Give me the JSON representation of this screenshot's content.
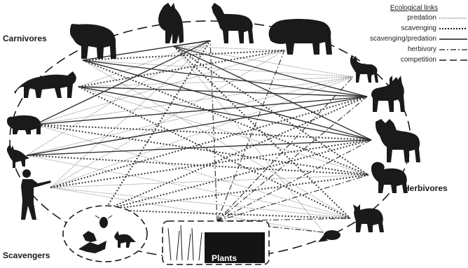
{
  "groups": {
    "carnivores": "Carnivores",
    "herbivores": "Herbivores",
    "scavengers": "Scavengers",
    "plants": "Plants"
  },
  "legend": {
    "title": "Ecological links",
    "items": [
      {
        "label": "predation",
        "style": "predation"
      },
      {
        "label": "scavenging",
        "style": "scavenging"
      },
      {
        "label": "scavenging/predation",
        "style": "scavenging-predation"
      },
      {
        "label": "herbivory",
        "style": "herbivory"
      },
      {
        "label": "competition",
        "style": "competition"
      }
    ]
  },
  "icons": {
    "carnivores": [
      "grizzly-bear-icon",
      "wolf-icon",
      "cougar-icon",
      "black-bear-icon",
      "coyote-icon",
      "human-hunter-icon"
    ],
    "herbivores": [
      "elk-icon",
      "bison-icon",
      "pronghorn-icon",
      "mule-deer-icon",
      "moose-icon",
      "bighorn-sheep-icon",
      "mountain-goat-icon",
      "beaver-icon"
    ],
    "scavengers": [
      "beetle-icon",
      "raven-icon",
      "eagle-icon",
      "fox-icon"
    ],
    "plants": [
      "plants-icon"
    ]
  },
  "links": {
    "scavenging_predation": [
      [
        "grizzly-bear",
        "mule-deer"
      ],
      [
        "grizzly-bear",
        "moose"
      ],
      [
        "wolf",
        "mule-deer"
      ],
      [
        "wolf",
        "moose"
      ],
      [
        "cougar",
        "mule-deer"
      ],
      [
        "cougar",
        "moose"
      ],
      [
        "black-bear",
        "mule-deer"
      ],
      [
        "coyote",
        "mule-deer"
      ],
      [
        "coyote",
        "moose"
      ],
      [
        "grizzly-bear",
        "elk"
      ],
      [
        "wolf",
        "elk"
      ],
      [
        "black-bear",
        "elk"
      ]
    ],
    "scavenging": [
      [
        "grizzly-bear",
        "bighorn-sheep"
      ],
      [
        "wolf",
        "bighorn-sheep"
      ],
      [
        "cougar",
        "bison"
      ],
      [
        "black-bear",
        "moose"
      ],
      [
        "coyote",
        "bighorn-sheep"
      ],
      [
        "hunter",
        "mule-deer"
      ],
      [
        "hunter",
        "moose"
      ],
      [
        "scavengers",
        "mule-deer"
      ],
      [
        "scavengers",
        "moose"
      ],
      [
        "scavengers",
        "bighorn-sheep"
      ],
      [
        "scavengers",
        "mountain-goat"
      ],
      [
        "scavengers",
        "elk"
      ],
      [
        "cougar",
        "mountain-goat"
      ],
      [
        "wolf",
        "mountain-goat"
      ],
      [
        "grizzly-bear",
        "bison"
      ],
      [
        "black-bear",
        "bighorn-sheep"
      ]
    ],
    "predation": [
      [
        "grizzly-bear",
        "pronghorn"
      ],
      [
        "wolf",
        "pronghorn"
      ],
      [
        "cougar",
        "pronghorn"
      ],
      [
        "cougar",
        "bighorn-sheep"
      ],
      [
        "black-bear",
        "mountain-goat"
      ],
      [
        "coyote",
        "mountain-goat"
      ],
      [
        "hunter",
        "elk"
      ],
      [
        "hunter",
        "bison"
      ],
      [
        "hunter",
        "bighorn-sheep"
      ],
      [
        "hunter",
        "mountain-goat"
      ],
      [
        "hunter",
        "pronghorn"
      ],
      [
        "coyote",
        "elk"
      ],
      [
        "cougar",
        "elk"
      ],
      [
        "black-bear",
        "pronghorn"
      ],
      [
        "wolf",
        "beaver"
      ],
      [
        "grizzly-bear",
        "mountain-goat"
      ],
      [
        "coyote",
        "pronghorn"
      ],
      [
        "hunter",
        "beaver"
      ],
      [
        "black-bear",
        "bison"
      ],
      [
        "wolf",
        "bison"
      ],
      [
        "grizzly-bear",
        "moose"
      ]
    ],
    "herbivory": [
      [
        "plants",
        "elk"
      ],
      [
        "plants",
        "bison"
      ],
      [
        "plants",
        "pronghorn"
      ],
      [
        "plants",
        "mule-deer"
      ],
      [
        "plants",
        "moose"
      ],
      [
        "plants",
        "bighorn-sheep"
      ],
      [
        "plants",
        "mountain-goat"
      ],
      [
        "plants",
        "beaver"
      ]
    ]
  },
  "colors": {
    "ink": "#1a1a1a",
    "links": "#2a2a2a",
    "plants_panel": "#141414"
  }
}
